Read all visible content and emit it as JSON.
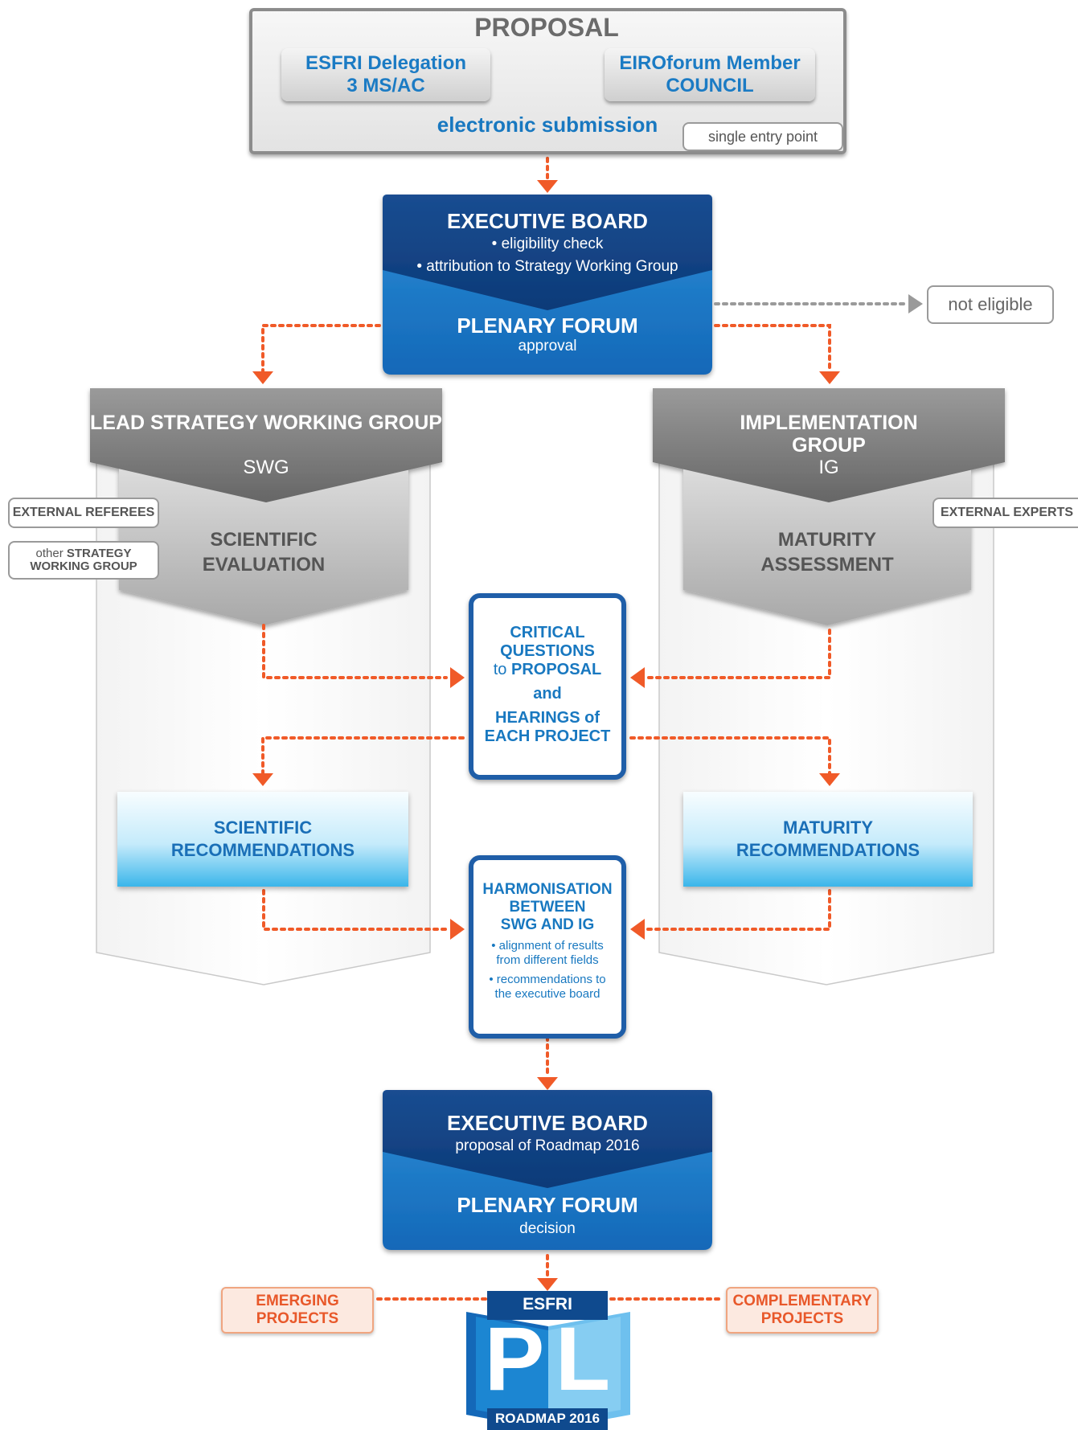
{
  "proposal": {
    "title": "PROPOSAL",
    "esfri_delegation": "ESFRI Delegation\n3 MS/AC",
    "eiroforum": "EIROforum Member\nCOUNCIL",
    "electronic_submission": "electronic submission",
    "single_entry_point": "single entry point"
  },
  "exec_board_1": {
    "title": "EXECUTIVE BOARD",
    "line1": "• eligibility check",
    "line2": "• attribution to Strategy Working Group",
    "plenary_title": "PLENARY FORUM",
    "plenary_sub": "approval"
  },
  "not_eligible": "not eligible",
  "swg": {
    "title": "LEAD STRATEGY WORKING GROUP",
    "sub": "SWG",
    "evaluation": "SCIENTIFIC\nEVALUATION",
    "external_referees": "EXTERNAL REFEREES",
    "other_swg_prefix": "other ",
    "other_swg_bold1": "STRATEGY",
    "other_swg_bold2": "WORKING GROUP",
    "recommendations": "SCIENTIFIC\nRECOMMENDATIONS"
  },
  "ig": {
    "title": "IMPLEMENTATION\nGROUP",
    "sub": "IG",
    "assessment": "MATURITY\nASSESSMENT",
    "external_experts": "EXTERNAL EXPERTS",
    "recommendations": "MATURITY\nRECOMMENDATIONS"
  },
  "critical": {
    "l1": "CRITICAL",
    "l2": "QUESTIONS",
    "l3a": "to ",
    "l3b": "PROPOSAL",
    "and": "and",
    "l4": "HEARINGS of",
    "l5": "EACH PROJECT"
  },
  "harmonisation": {
    "title": "HARMONISATION\nBETWEEN\nSWG AND IG",
    "b1": "• alignment of results\nfrom different fields",
    "b2": "• recommendations to\nthe executive board"
  },
  "exec_board_2": {
    "title": "EXECUTIVE BOARD",
    "sub": "proposal of Roadmap 2016",
    "plenary_title": "PLENARY FORUM",
    "plenary_sub": "decision"
  },
  "emerging": "EMERGING\nPROJECTS",
  "complementary": "COMPLEMENTARY\nPROJECTS",
  "roadmap": {
    "top": "ESFRI",
    "p": "P",
    "l": "L",
    "bottom": "ROADMAP 2016"
  },
  "colors": {
    "orange": "#f05a28",
    "dark_blue": "#0d3f7c",
    "mid_blue": "#1877c9",
    "grey": "#7a7a7a"
  }
}
